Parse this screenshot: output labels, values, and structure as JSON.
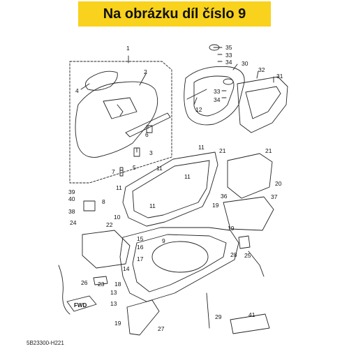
{
  "banner": {
    "text": "Na obrázku díl číslo 9",
    "color": "#f8d21c"
  },
  "diagram_code": "5B23300-H221",
  "fwd_label": "FWD",
  "callouts": [
    "1",
    "2",
    "3",
    "4",
    "5",
    "6",
    "7",
    "8",
    "9",
    "10",
    "11",
    "12",
    "13",
    "14",
    "15",
    "16",
    "17",
    "18",
    "19",
    "20",
    "21",
    "22",
    "23",
    "24",
    "25",
    "26",
    "27",
    "28",
    "29",
    "30",
    "31",
    "32",
    "33",
    "34",
    "35",
    "36",
    "37",
    "38",
    "39",
    "40",
    "41"
  ]
}
